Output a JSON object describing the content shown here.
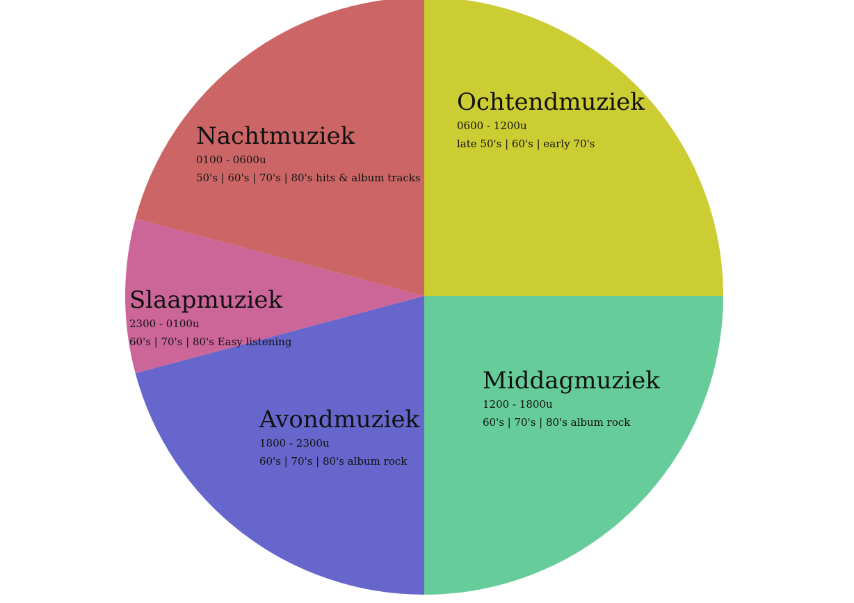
{
  "chart_data": {
    "type": "pie",
    "title": "",
    "slices": [
      {
        "label": "Ochtendmuziek",
        "time": "0600 - 1200u",
        "genres": "late 50's | 60's | early 70's",
        "hours": 6,
        "color": "#cccc33"
      },
      {
        "label": "Middagmuziek",
        "time": "1200 - 1800u",
        "genres": "60's | 70's | 80's album rock",
        "hours": 6,
        "color": "#66cc99"
      },
      {
        "label": "Avondmuziek",
        "time": "1800 - 2300u",
        "genres": "60's | 70's | 80's album rock",
        "hours": 5,
        "color": "#6666cc"
      },
      {
        "label": "Slaapmuziek",
        "time": "2300 - 0100u",
        "genres": "60's | 70's | 80's Easy listening",
        "hours": 2,
        "color": "#cc6699"
      },
      {
        "label": "Nachtmuziek",
        "time": "0100 - 0600u",
        "genres": "50's | 60's | 70's | 80's hits & album tracks",
        "hours": 5,
        "color": "#cc6666"
      }
    ]
  }
}
